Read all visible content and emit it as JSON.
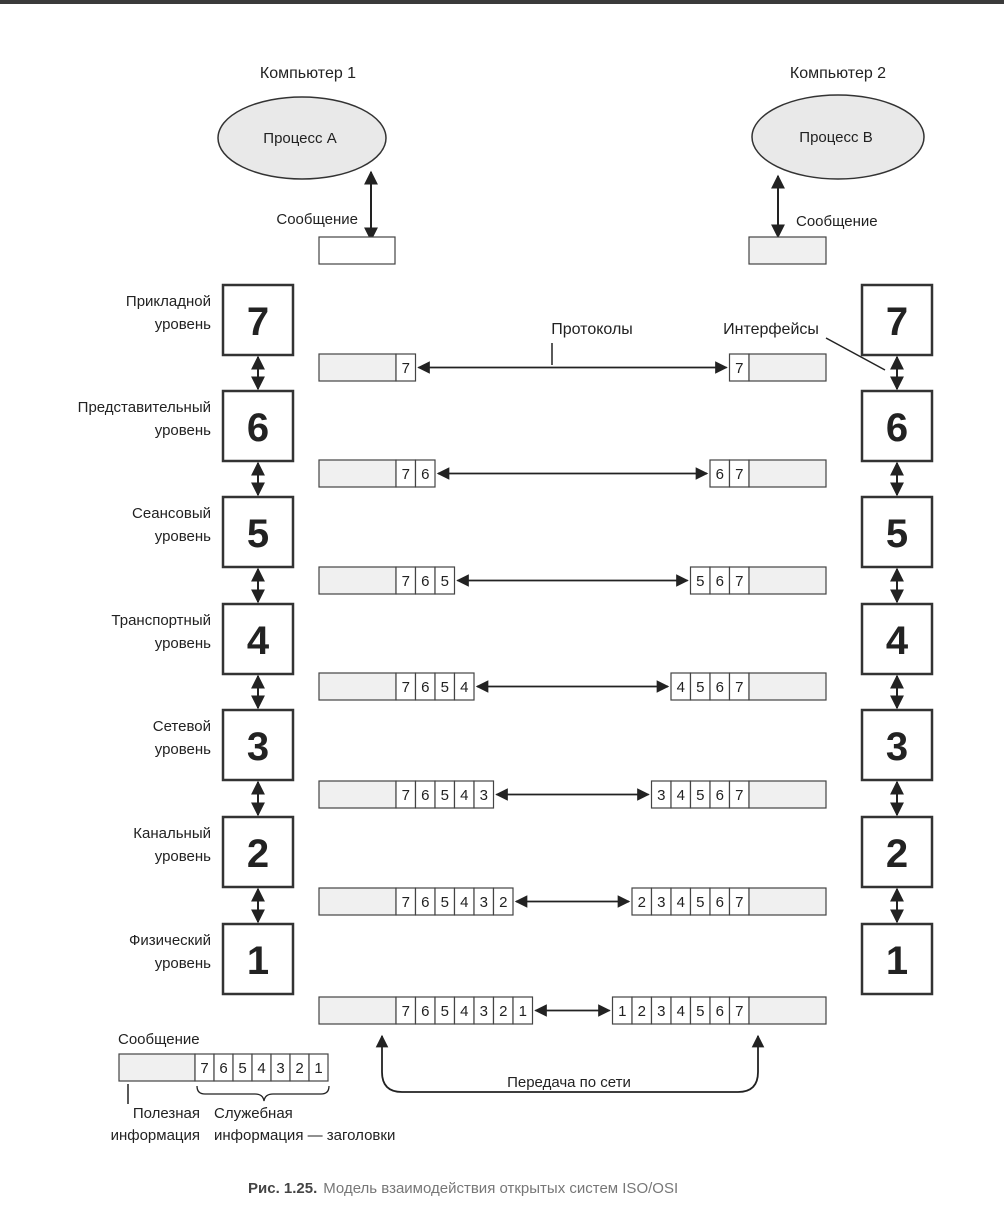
{
  "computers": {
    "left": {
      "label": "Компьютер 1",
      "process": "Процесс А",
      "message": "Сообщение"
    },
    "right": {
      "label": "Компьютер 2",
      "process": "Процесс В",
      "message": "Сообщение"
    }
  },
  "layers": [
    {
      "number": "7",
      "name_line1": "Прикладной",
      "name_line2": "уровень"
    },
    {
      "number": "6",
      "name_line1": "Представительный",
      "name_line2": "уровень"
    },
    {
      "number": "5",
      "name_line1": "Сеансовый",
      "name_line2": "уровень"
    },
    {
      "number": "4",
      "name_line1": "Транспортный",
      "name_line2": "уровень"
    },
    {
      "number": "3",
      "name_line1": "Сетевой",
      "name_line2": "уровень"
    },
    {
      "number": "2",
      "name_line1": "Канальный",
      "name_line2": "уровень"
    },
    {
      "number": "1",
      "name_line1": "Физический",
      "name_line2": "уровень"
    }
  ],
  "labels": {
    "protocols": "Протоколы",
    "interfaces": "Интерфейсы",
    "network_transfer": "Передача по сети"
  },
  "legend": {
    "message": "Сообщение",
    "headers": [
      "7",
      "6",
      "5",
      "4",
      "3",
      "2",
      "1"
    ],
    "payload_line1": "Полезная",
    "payload_line2": "информация",
    "service_line1": "Служебная",
    "service_line2": "информация — заголовки"
  },
  "caption": {
    "number": "Рис. 1.25.",
    "text": "Модель взаимодействия открытых систем ISO/OSI"
  },
  "colors": {
    "ink": "#222222",
    "box_border": "#333333",
    "cell_border": "#444444",
    "ellipse_fill": "#e9e9e9",
    "payload_fill": "#f0f0f0"
  }
}
